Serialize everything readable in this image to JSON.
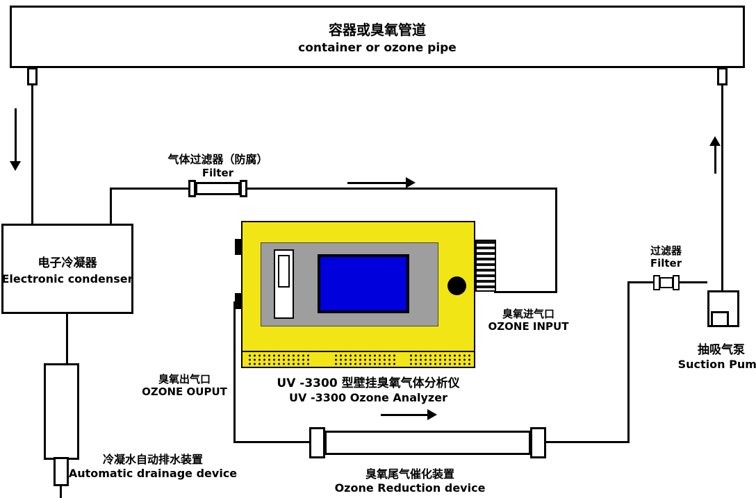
{
  "colors": {
    "analyzer_yellow": "#f2e516",
    "panel_gray": "#9e9e9e",
    "screen_blue": "#0000dd",
    "line_black": "#000000"
  },
  "container": {
    "zh": "容器或臭氧管道",
    "en": "container or ozone pipe"
  },
  "condenser": {
    "zh": "电子冷凝器",
    "en": "Electronic condenser"
  },
  "gas_filter": {
    "zh": "气体过滤器（防腐）",
    "en": "Filter"
  },
  "ozone_input": {
    "zh": "臭氧进气口",
    "en": "OZONE INPUT"
  },
  "ozone_output": {
    "zh": "臭氧出气口",
    "en": "OZONE OUPUT"
  },
  "analyzer": {
    "zh": "UV -3300 型壁挂臭氧气体分析仪",
    "en": "UV -3300 Ozone Analyzer"
  },
  "drainage": {
    "zh": "冷凝水自动排水装置",
    "en": "Automatic drainage device"
  },
  "reduction": {
    "zh": "臭氧尾气催化装置",
    "en": "Ozone Reduction device"
  },
  "right_filter": {
    "zh": "过滤器",
    "en": "Filter"
  },
  "pump": {
    "zh": "抽吸气泵",
    "en": "Suction Pump"
  }
}
